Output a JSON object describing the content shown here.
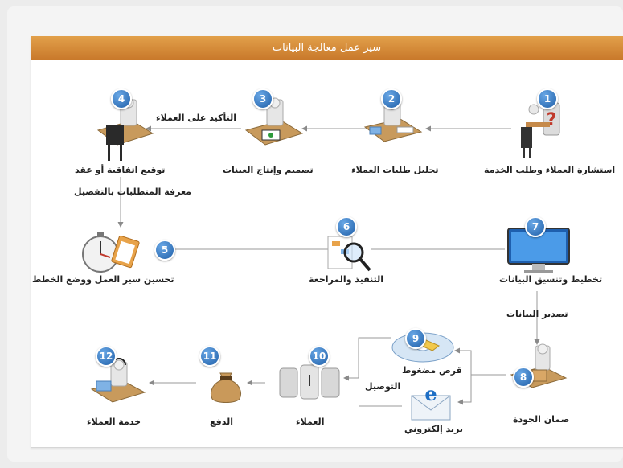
{
  "title": "سير عمل معالجة البيانات",
  "steps": [
    {
      "num": "1",
      "label": "استشارة العملاء وطلب الخدمة",
      "icon": "consultation-icon"
    },
    {
      "num": "2",
      "label": "تحليل طلبات العملاء",
      "icon": "analysis-desk-icon"
    },
    {
      "num": "3",
      "label": "تصميم وإنتاج العينات",
      "icon": "design-desk-icon"
    },
    {
      "num": "4",
      "label": "توقيع اتفاقية أو عقد",
      "icon": "contract-signing-icon"
    },
    {
      "num": "5",
      "label": "تحسين سير العمل ووضع الخطط",
      "icon": "stopwatch-clipboard-icon"
    },
    {
      "num": "6",
      "label": "التنفيذ والمراجعة",
      "icon": "magnifier-document-icon"
    },
    {
      "num": "7",
      "label": "تخطيط وتنسيق البيانات",
      "icon": "monitor-icon"
    },
    {
      "num": "8",
      "label": "ضمان الجودة",
      "icon": "quality-box-icon"
    },
    {
      "num": "9",
      "label": "قرص مضغوط",
      "icon": "cd-icon"
    },
    {
      "num": "10",
      "label": "العملاء",
      "icon": "customers-icon"
    },
    {
      "num": "11",
      "label": "الدفع",
      "icon": "money-bag-icon"
    },
    {
      "num": "12",
      "label": "خدمة العملاء",
      "icon": "support-headset-icon"
    }
  ],
  "edge_labels": {
    "confirm": "التأكيد على العملاء",
    "requirements": "معرفة المتطلبات بالتفصيل",
    "export": "تصدير البيانات",
    "delivery": "التوصيل",
    "email": "بريد إلكتروني"
  },
  "colors": {
    "title_bar": "#d58a37",
    "badge": "#2a6db8",
    "arrow": "#9a9a9a"
  }
}
